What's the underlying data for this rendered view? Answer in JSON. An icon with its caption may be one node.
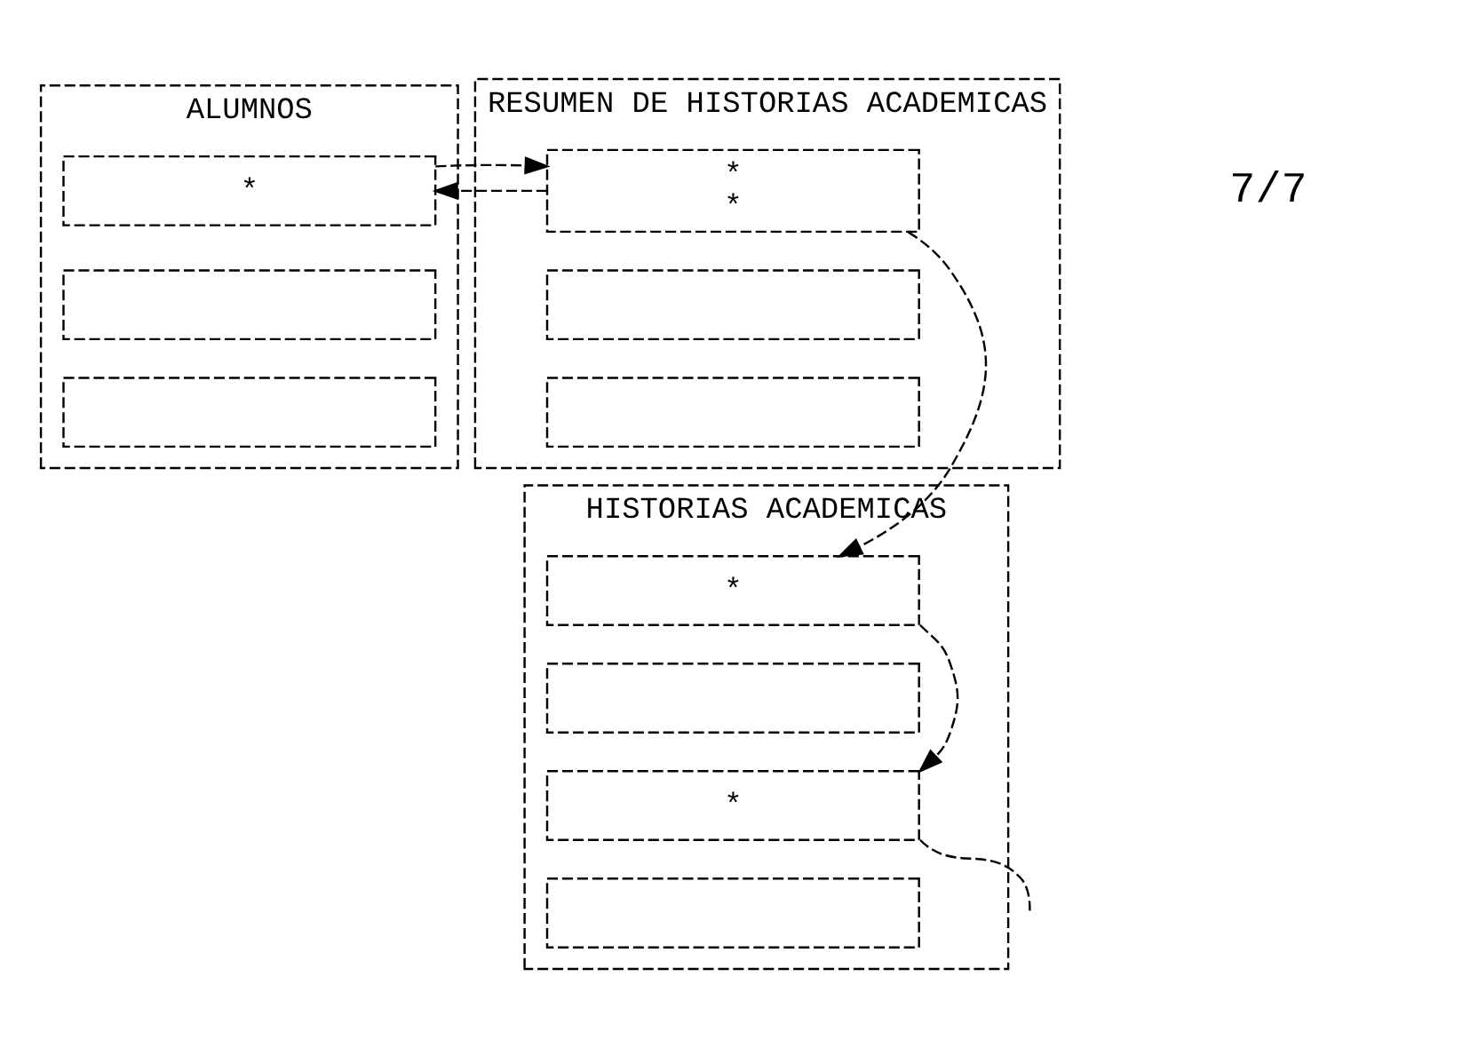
{
  "diagram": {
    "nodes": [
      {
        "text": [
          "ALUMNOS"
        ]
      },
      {
        "text": [
          "*"
        ],
        "in": 0
      },
      {
        "text": [],
        "shape": "box",
        "in": 0
      },
      {
        "text": [],
        "shape": "box",
        "in": 0
      },
      {
        "text": [
          "RESUMEN DE HISTORIAS ACADEMICAS"
        ]
      },
      {
        "text": [
          "*",
          "*"
        ],
        "in": 4
      },
      {
        "text": [],
        "shape": "box",
        "in": 4
      },
      {
        "text": [],
        "shape": "box",
        "in": 4
      },
      {
        "text": [
          "HISTORIAS ACADEMICAS"
        ]
      },
      {
        "text": [
          "*"
        ],
        "in": 8
      },
      {
        "text": [],
        "shape": "box",
        "in": 8
      },
      {
        "text": [
          "*"
        ],
        "in": 8
      },
      {
        "text": [],
        "shape": "box",
        "in": 8
      }
    ],
    "edges": [
      {
        "from": 1,
        "to": 5,
        "arrow": "to",
        "style": "dashed"
      },
      {
        "from": 5,
        "to": 1,
        "arrow": "to",
        "style": "dashed"
      },
      {
        "from": 5,
        "to": 9,
        "arrow": "to",
        "style": "dashed"
      },
      {
        "from": 9,
        "to": 11,
        "arrow": "to",
        "style": "dashed"
      },
      {
        "from": 11,
        "to": null,
        "arrow": "none",
        "style": "dashed"
      }
    ],
    "labels": [
      "7/7"
    ]
  }
}
